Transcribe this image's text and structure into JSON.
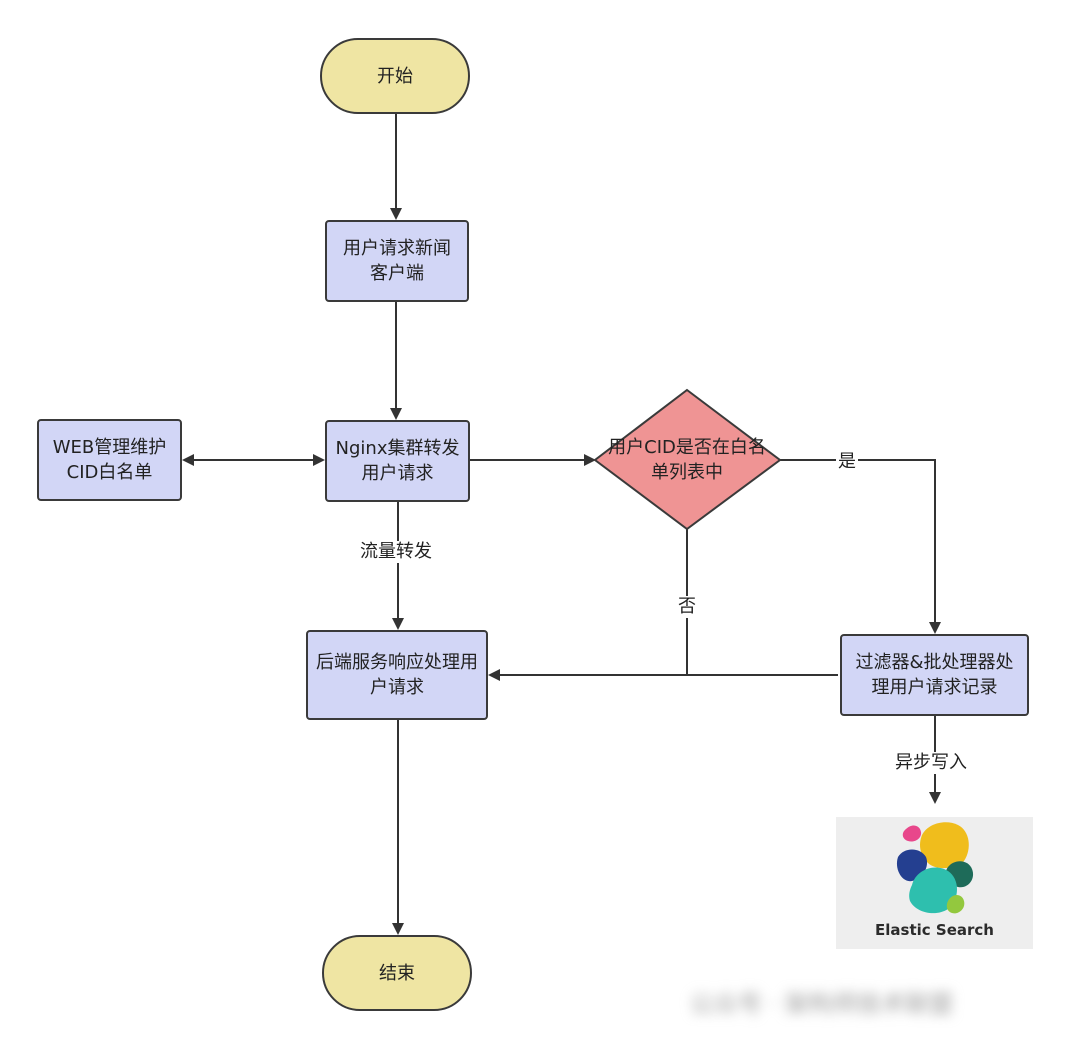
{
  "nodes": {
    "start": "开始",
    "request": "用户请求新闻客户端",
    "nginx": "Nginx集群转发用户请求",
    "web_admin": "WEB管理维护CID白名单",
    "decision": "用户CID是否在白名单列表中",
    "backend": "后端服务响应处理用户请求",
    "filter": "过滤器&批处理器处理用户请求记录",
    "end": "结束"
  },
  "edges": {
    "traffic_forward": "流量转发",
    "yes": "是",
    "no": "否",
    "async_write": "异步写入"
  },
  "logo": {
    "text": "Elastic Search"
  },
  "watermark": "公众号 · 架构师技术联盟",
  "colors": {
    "terminal_fill": "#efe5a3",
    "process_fill": "#d2d6f6",
    "decision_fill": "#ef9494",
    "stroke": "#3a3a3a"
  }
}
